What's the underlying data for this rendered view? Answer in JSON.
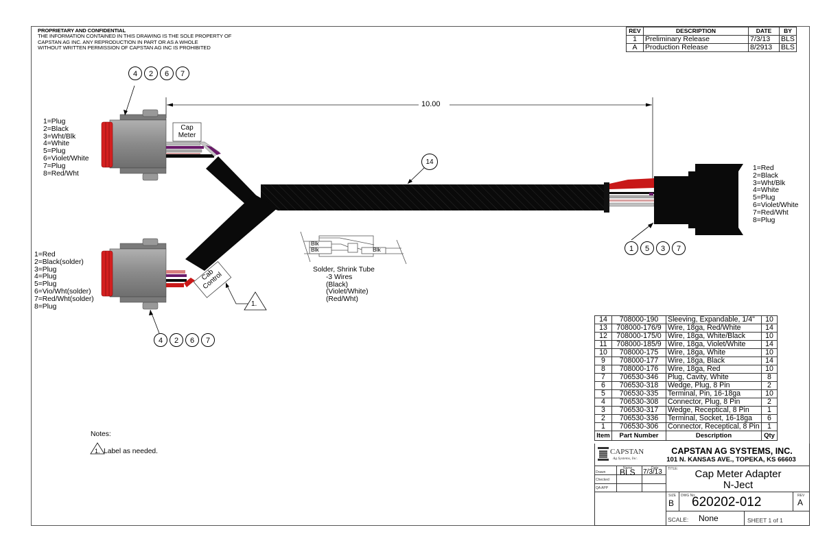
{
  "proprietary": {
    "heading": "PROPRIETARY AND CONFIDENTIAL",
    "lines": [
      "THE INFORMATION CONTAINED IN THIS DRAWING IS THE SOLE PROPERTY OF",
      "CAPSTAN AG INC. ANY REPRODUCTION IN PART OR AS A WHOLE",
      "WITHOUT WRITTEN PERMISSION OF CAPSTAN AG INC IS PROHIBITED"
    ]
  },
  "revisions": {
    "headers": [
      "REV",
      "DESCRIPTION",
      "DATE",
      "BY"
    ],
    "rows": [
      [
        "1",
        "Preliminary Release",
        "7/3/13",
        "BLS"
      ],
      [
        "A",
        "Production Release",
        "8/2913",
        "BLS"
      ]
    ]
  },
  "dimension": "10.00",
  "connectors": {
    "cap_meter": {
      "label_line1": "Cap",
      "label_line2": "Meter",
      "pins": [
        "1=Plug",
        "2=Black",
        "3=Wht/Blk",
        "4=White",
        "5=Plug",
        "6=Violet/White",
        "7=Plug",
        "8=Red/Wht"
      ],
      "balloons": [
        "4",
        "2",
        "6",
        "7"
      ]
    },
    "cab_control": {
      "label_line1": "Cab",
      "label_line2": "Control",
      "pins": [
        "1=Red",
        "2=Black(solder)",
        "3=Plug",
        "4=Plug",
        "5=Plug",
        "6=Vio/Wht(solder)",
        "7=Red/Wht(solder)",
        "8=Plug"
      ],
      "balloons": [
        "4",
        "2",
        "6",
        "7"
      ]
    },
    "receptacle": {
      "pins": [
        "1=Red",
        "2=Black",
        "3=Wht/Blk",
        "4=White",
        "5=Plug",
        "6=Violet/White",
        "7=Red/Wht",
        "8=Plug"
      ],
      "balloons": [
        "1",
        "5",
        "3",
        "7"
      ]
    }
  },
  "sleeve_balloon": "14",
  "note_flag": "1.",
  "splice_detail": {
    "wire_labels": [
      "Blk",
      "Blk",
      "Blk"
    ],
    "caption": [
      "Solder, Shrink Tube",
      "-3 Wires",
      "(Black)",
      "(Violet/White)",
      "(Red/Wht)"
    ]
  },
  "notes": {
    "heading": "Notes:",
    "items": [
      {
        "flag": "1.",
        "text": "Label as needed."
      }
    ]
  },
  "bom": {
    "headers": [
      "Item",
      "Part Number",
      "Description",
      "Qty"
    ],
    "rows": [
      [
        "14",
        "708000-190",
        "Sleeving, Expandable, 1/4\"",
        "10"
      ],
      [
        "13",
        "708000-176/9",
        "Wire, 18ga, Red/White",
        "14"
      ],
      [
        "12",
        "708000-175/0",
        "Wire, 18ga, White/Black",
        "10"
      ],
      [
        "11",
        "708000-185/9",
        "Wire, 18ga, Violet/White",
        "14"
      ],
      [
        "10",
        "708000-175",
        "Wire, 18ga, White",
        "10"
      ],
      [
        "9",
        "708000-177",
        "Wire, 18ga, Black",
        "14"
      ],
      [
        "8",
        "708000-176",
        "Wire, 18ga, Red",
        "10"
      ],
      [
        "7",
        "706530-346",
        "Plug, Cavity, White",
        "8"
      ],
      [
        "6",
        "706530-318",
        "Wedge, Plug, 8 Pin",
        "2"
      ],
      [
        "5",
        "706530-335",
        "Terminal, Pin, 16-18ga",
        "10"
      ],
      [
        "4",
        "706530-308",
        "Connector, Plug, 8 Pin",
        "2"
      ],
      [
        "3",
        "706530-317",
        "Wedge, Receptical, 8 Pin",
        "1"
      ],
      [
        "2",
        "706530-336",
        "Terminal, Socket, 16-18ga",
        "6"
      ],
      [
        "1",
        "706530-306",
        "Connector, Receptical, 8 Pin",
        "1"
      ]
    ]
  },
  "title_block": {
    "logo_name": "CAPSTAN",
    "logo_sub": "Ag Systems, Inc.",
    "company": "CAPSTAN AG SYSTEMS, INC.",
    "address": "101 N. KANSAS AVE., TOPEKA, KS 66603",
    "name_header": "Name",
    "date_header": "Date",
    "drawn_label": "Drawn",
    "drawn_name": "BLS",
    "drawn_date": "7/3/13",
    "checked_label": "Checked",
    "qa_label": "QA APP",
    "title_label": "TITLE:",
    "title_line1": "Cap Meter Adapter",
    "title_line2": "N-Ject",
    "size_label": "SIZE",
    "size": "B",
    "dwg_label": "DWG No:",
    "dwg_no": "620202-012",
    "rev_label": "REV",
    "rev": "A",
    "scale_label": "SCALE:",
    "scale": "None",
    "sheet": "SHEET 1 of 1"
  },
  "colors": {
    "connector_gray": "#8c8c8c",
    "seal_red": "#d42020",
    "sleeve_black": "#0a0a0a",
    "wire_violet": "#6a1a6a",
    "wire_red": "#c81818"
  }
}
